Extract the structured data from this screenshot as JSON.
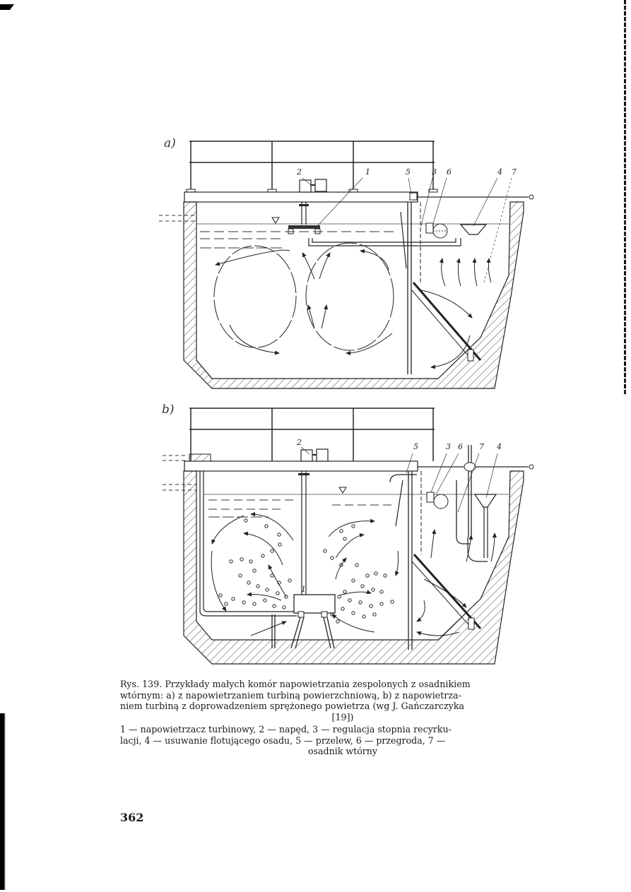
{
  "figure": {
    "panel_a_label": "a)",
    "panel_b_label": "b)",
    "panel_a_callouts": [
      "2",
      "1",
      "5",
      "3",
      "6",
      "4",
      "7"
    ],
    "panel_b_callouts": [
      "2",
      "5",
      "3",
      "6",
      "7",
      "4",
      "1"
    ]
  },
  "caption": {
    "line1": "Rys. 139. Przykłady małych komór napowietrzania zespolonych z osadnikiem",
    "line2": "wtórnym: a) z napowietrzaniem turbiną powierzchniową, b) z napowietrza-",
    "line3": "niem turbiną z doprowadzeniem sprężonego powietrza (wg J. Gańczarczyka",
    "line4": "[19])"
  },
  "legend": {
    "line1": "1 — napowietrzacz turbinowy, 2 — napęd, 3 — regulacja stopnia recyrku-",
    "line2": "lacji, 4 — usuwanie flotującego osadu, 5 — przelew, 6 — przegroda, 7 —",
    "line3": "osadnik wtórny"
  },
  "page_number": "362"
}
